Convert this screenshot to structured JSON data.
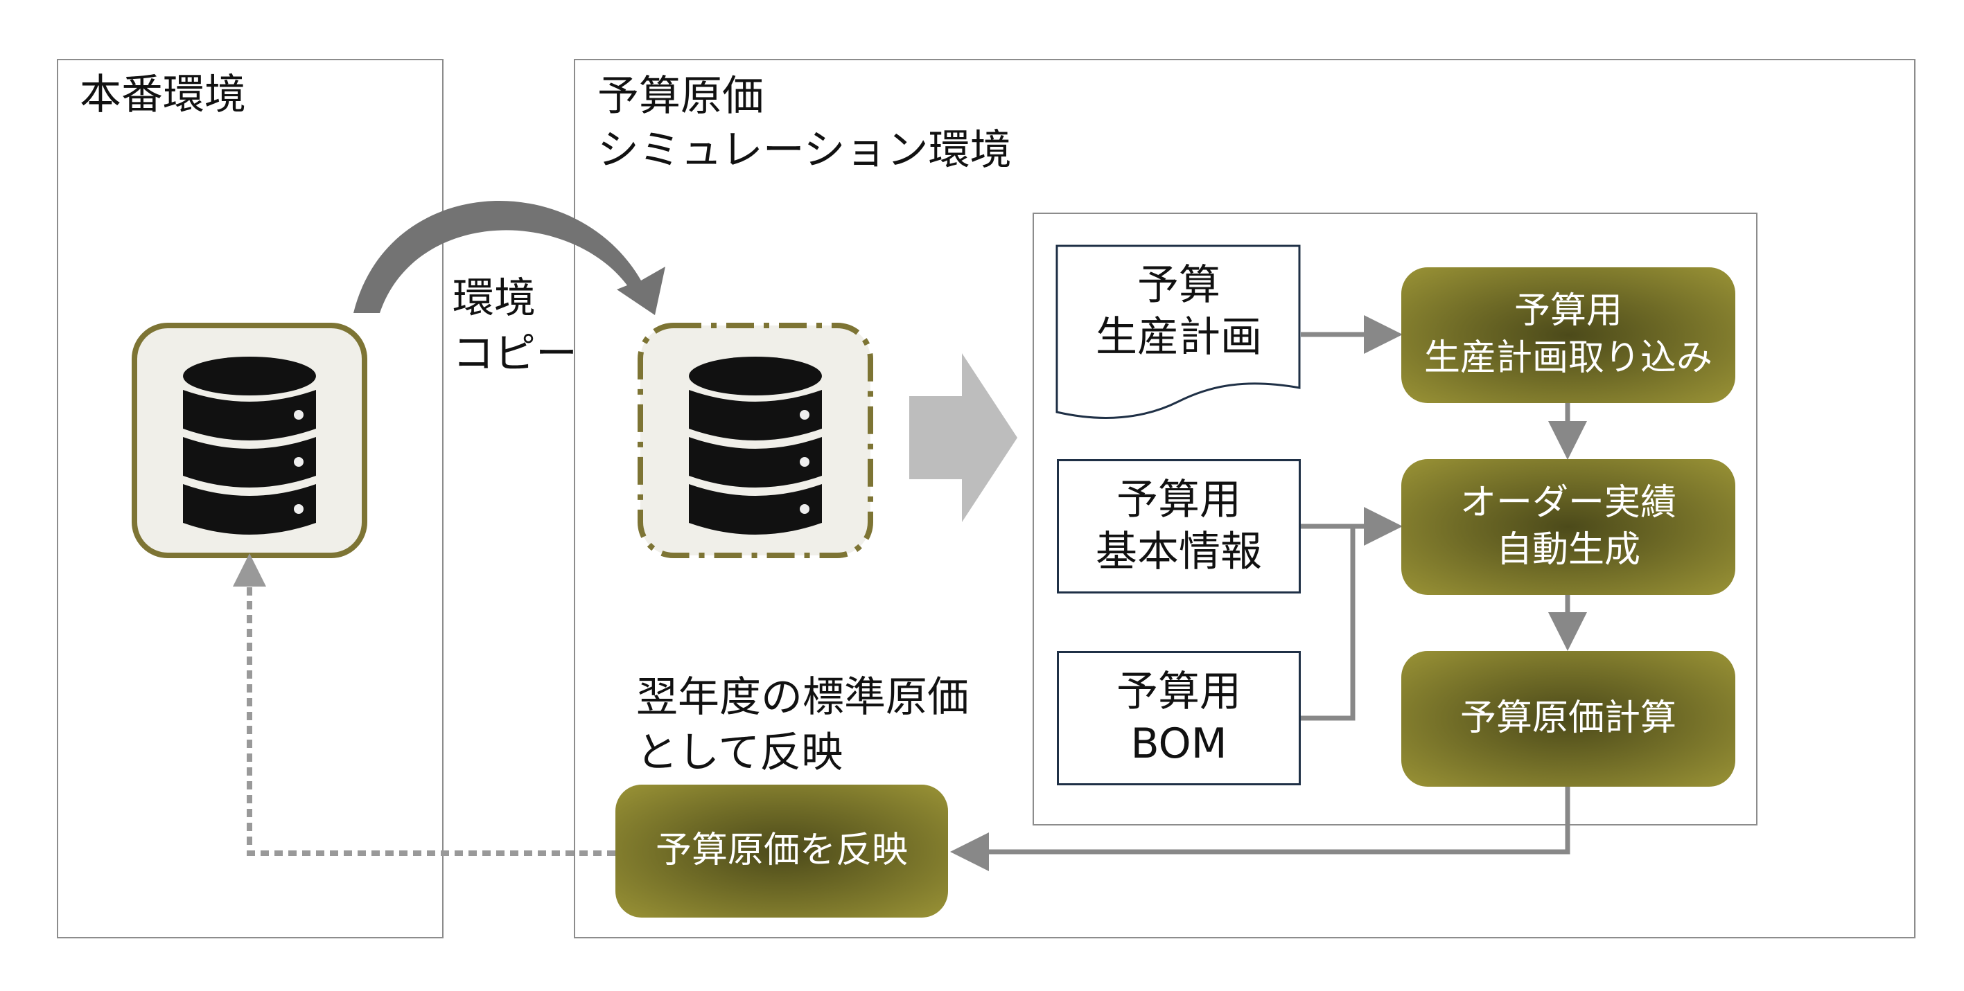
{
  "prod_env": {
    "title": "本番環境"
  },
  "sim_env": {
    "title": "予算原価\nシミュレーション環境"
  },
  "copy_label": "環境\nコピー",
  "reflect_label": "翌年度の標準原価\nとして反映",
  "inputs": [
    {
      "label": "予算\n生産計画"
    },
    {
      "label": "予算用\n基本情報"
    },
    {
      "label": "予算用\nBOM"
    }
  ],
  "process": [
    {
      "label": "予算用\n生産計画取り込み"
    },
    {
      "label": "オーダー実績\n自動生成"
    },
    {
      "label": "予算原価計算"
    },
    {
      "label": "予算原価を反映"
    }
  ],
  "icons": {
    "production_db": "database-icon",
    "simulation_db": "database-icon"
  },
  "colors": {
    "olive_dark": "#4c4a1a",
    "olive_light": "#9a9336",
    "db_border": "#7d7434",
    "db_fill": "#f0efe9",
    "arrow_gray": "#888888"
  }
}
